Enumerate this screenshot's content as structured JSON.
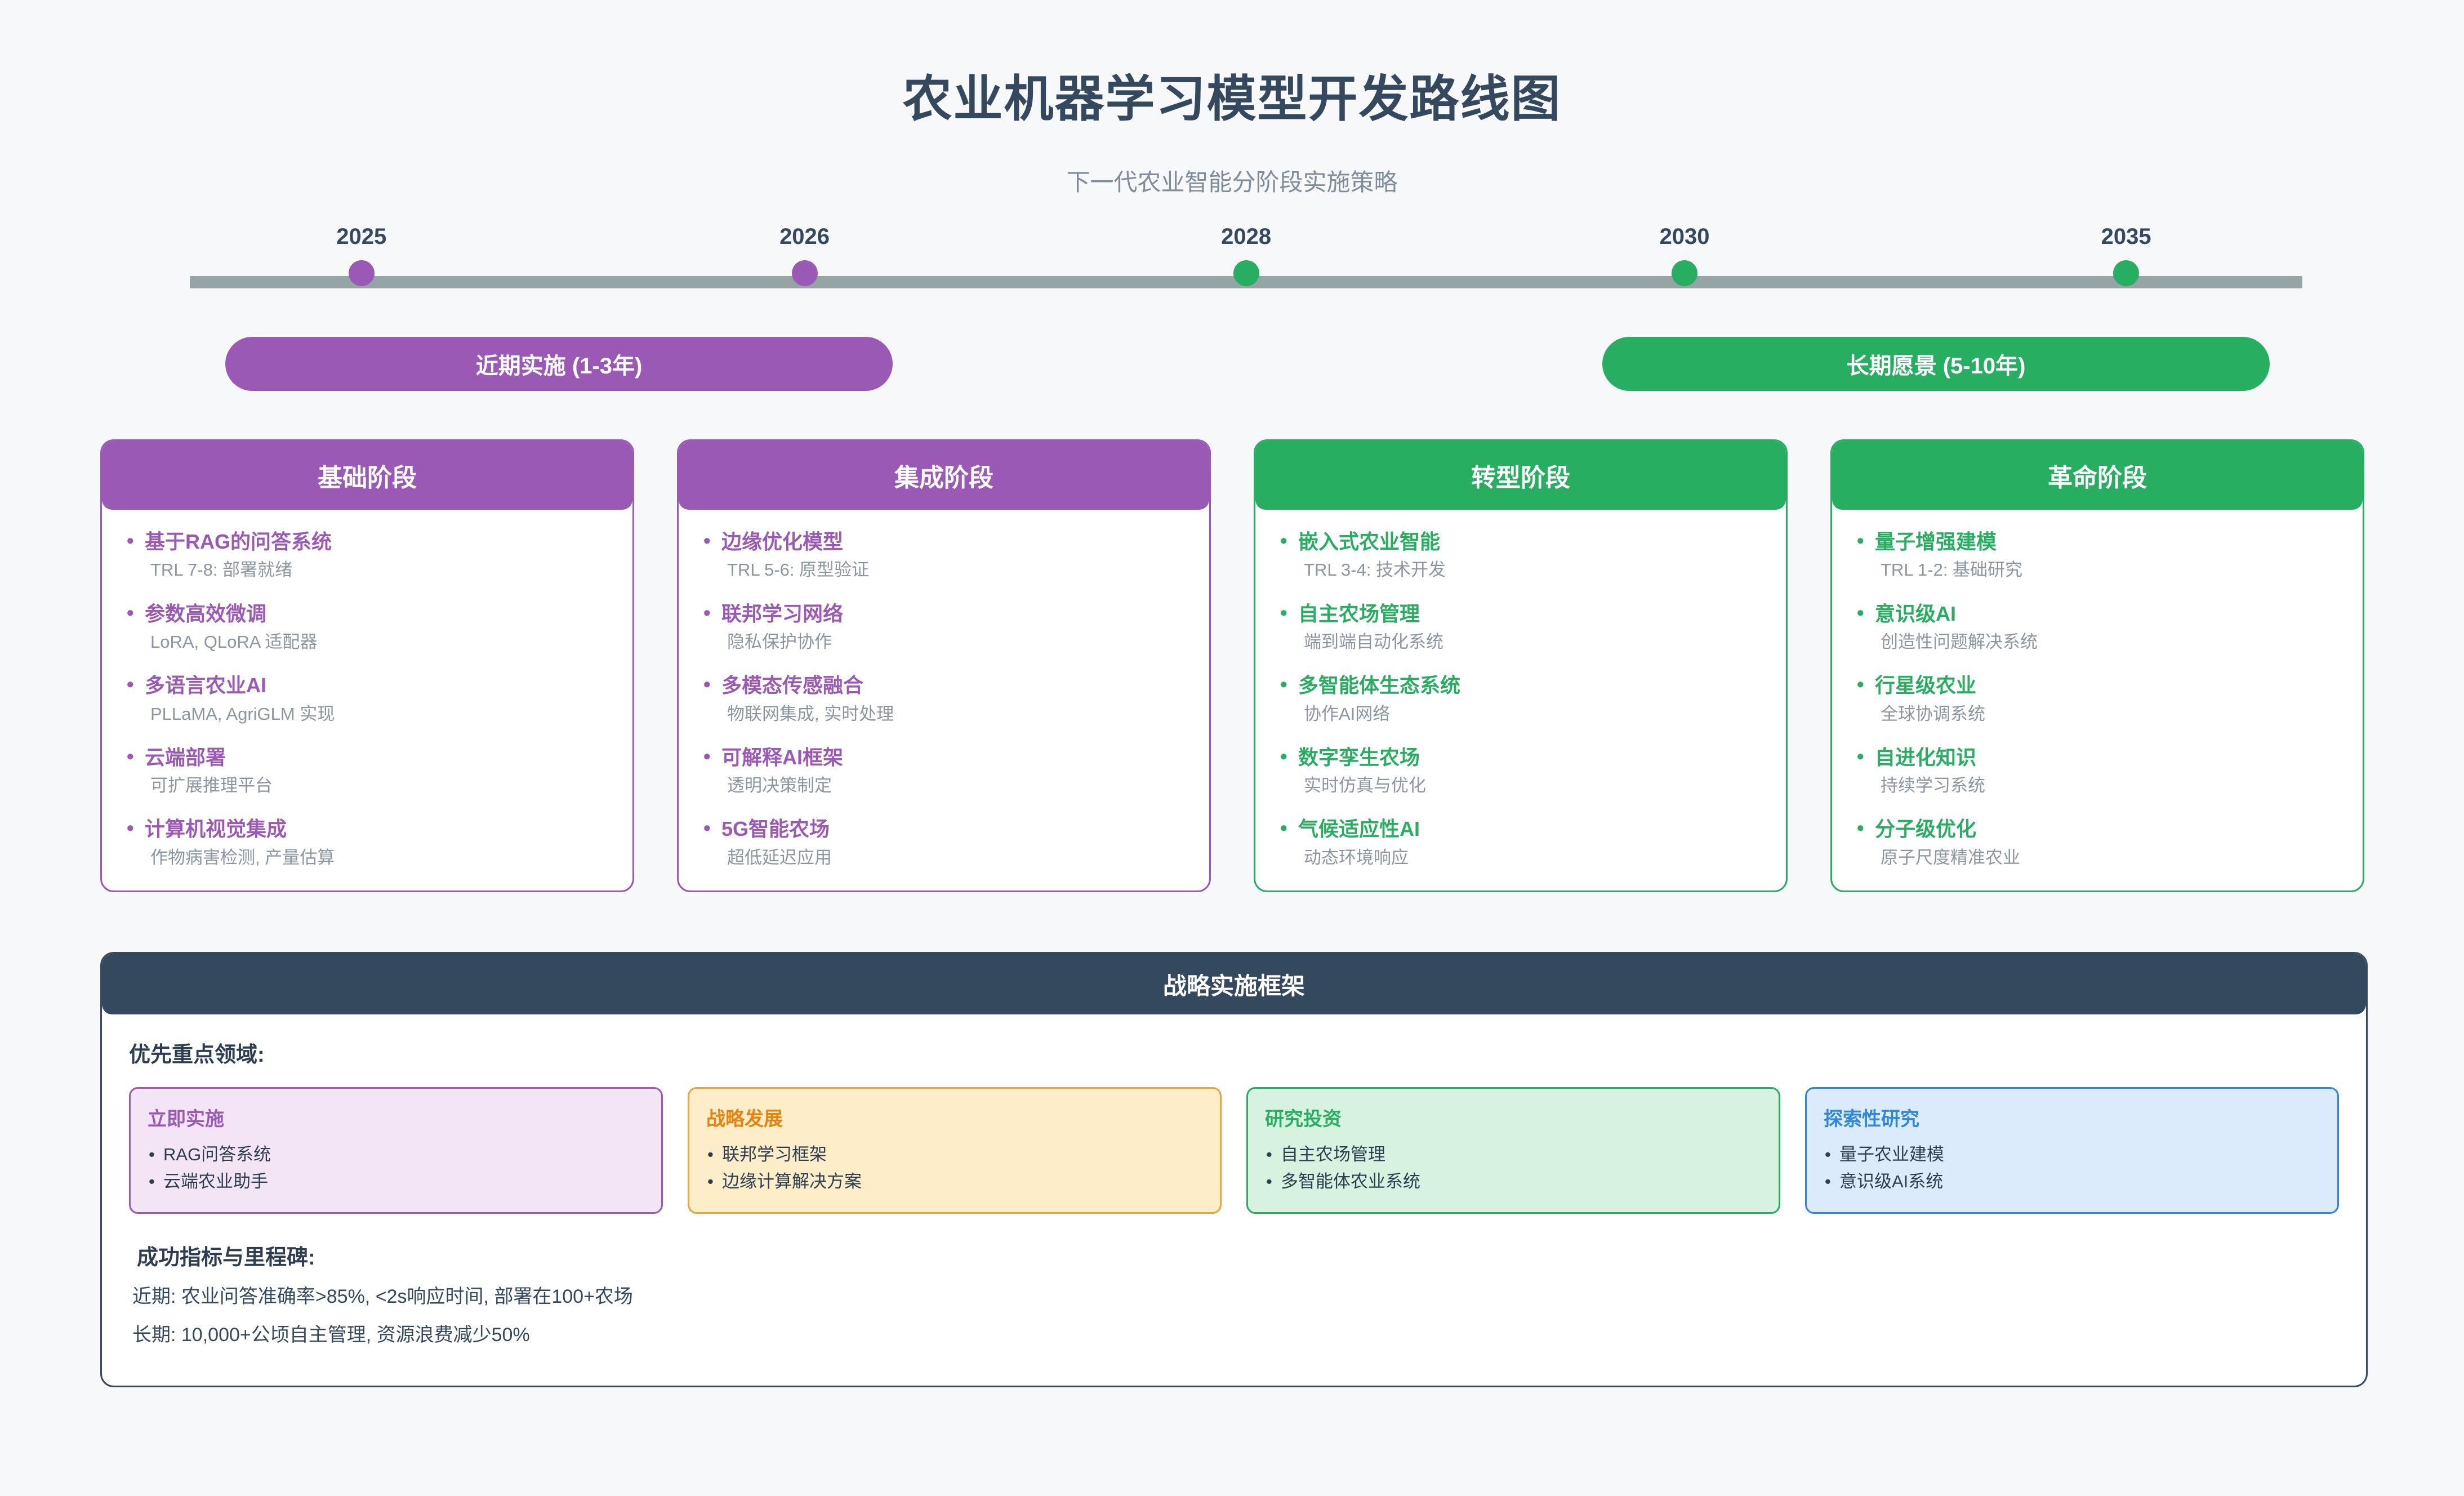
{
  "header": {
    "title": "农业机器学习模型开发路线图",
    "subtitle": "下一代农业智能分阶段实施策略"
  },
  "colors": {
    "background": "#f7f8fa",
    "near_term": "#9b59b6",
    "long_term": "#27ae60",
    "navy": "#34495e",
    "timeline_bar": "#95a5a6",
    "amber": "#e8a33d",
    "blue": "#2e86de"
  },
  "timeline": {
    "nodes": [
      {
        "year": "2025",
        "band": "near"
      },
      {
        "year": "2026",
        "band": "near"
      },
      {
        "year": "2028",
        "band": "long"
      },
      {
        "year": "2030",
        "band": "long"
      },
      {
        "year": "2035",
        "band": "long"
      }
    ],
    "pills": [
      {
        "label": "近期实施 (1-3年)",
        "band": "near"
      },
      {
        "label": "长期愿景 (5-10年)",
        "band": "long"
      }
    ]
  },
  "phases": [
    {
      "title": "基础阶段",
      "band": "near",
      "items": [
        {
          "title": "基于RAG的问答系统",
          "sub": "TRL 7-8: 部署就绪"
        },
        {
          "title": "参数高效微调",
          "sub": "LoRA, QLoRA 适配器"
        },
        {
          "title": "多语言农业AI",
          "sub": "PLLaMA, AgriGLM 实现"
        },
        {
          "title": "云端部署",
          "sub": "可扩展推理平台"
        },
        {
          "title": "计算机视觉集成",
          "sub": "作物病害检测, 产量估算"
        }
      ]
    },
    {
      "title": "集成阶段",
      "band": "near",
      "items": [
        {
          "title": "边缘优化模型",
          "sub": "TRL 5-6: 原型验证"
        },
        {
          "title": "联邦学习网络",
          "sub": "隐私保护协作"
        },
        {
          "title": "多模态传感融合",
          "sub": "物联网集成, 实时处理"
        },
        {
          "title": "可解释AI框架",
          "sub": "透明决策制定"
        },
        {
          "title": "5G智能农场",
          "sub": "超低延迟应用"
        }
      ]
    },
    {
      "title": "转型阶段",
      "band": "long",
      "items": [
        {
          "title": "嵌入式农业智能",
          "sub": "TRL 3-4: 技术开发"
        },
        {
          "title": "自主农场管理",
          "sub": "端到端自动化系统"
        },
        {
          "title": "多智能体生态系统",
          "sub": "协作AI网络"
        },
        {
          "title": "数字孪生农场",
          "sub": "实时仿真与优化"
        },
        {
          "title": "气候适应性AI",
          "sub": "动态环境响应"
        }
      ]
    },
    {
      "title": "革命阶段",
      "band": "long",
      "items": [
        {
          "title": "量子增强建模",
          "sub": "TRL 1-2: 基础研究"
        },
        {
          "title": "意识级AI",
          "sub": "创造性问题解决系统"
        },
        {
          "title": "行星级农业",
          "sub": "全球协调系统"
        },
        {
          "title": "自进化知识",
          "sub": "持续学习系统"
        },
        {
          "title": "分子级优化",
          "sub": "原子尺度精准农业"
        }
      ]
    }
  ],
  "framework": {
    "header": "战略实施框架",
    "priority_label": "优先重点领域:",
    "priority_boxes": [
      {
        "title": "立即实施",
        "theme": "purple",
        "items": [
          "RAG问答系统",
          "云端农业助手"
        ]
      },
      {
        "title": "战略发展",
        "theme": "amber",
        "items": [
          "联邦学习框架",
          "边缘计算解决方案"
        ]
      },
      {
        "title": "研究投资",
        "theme": "green",
        "items": [
          "自主农场管理",
          "多智能体农业系统"
        ]
      },
      {
        "title": "探索性研究",
        "theme": "blue",
        "items": [
          "量子农业建模",
          "意识级AI系统"
        ]
      }
    ],
    "metrics_title": "成功指标与里程碑:",
    "metrics_lines": [
      "近期: 农业问答准确率>85%, <2s响应时间, 部署在100+农场",
      "长期: 10,000+公顷自主管理, 资源浪费减少50%"
    ]
  }
}
